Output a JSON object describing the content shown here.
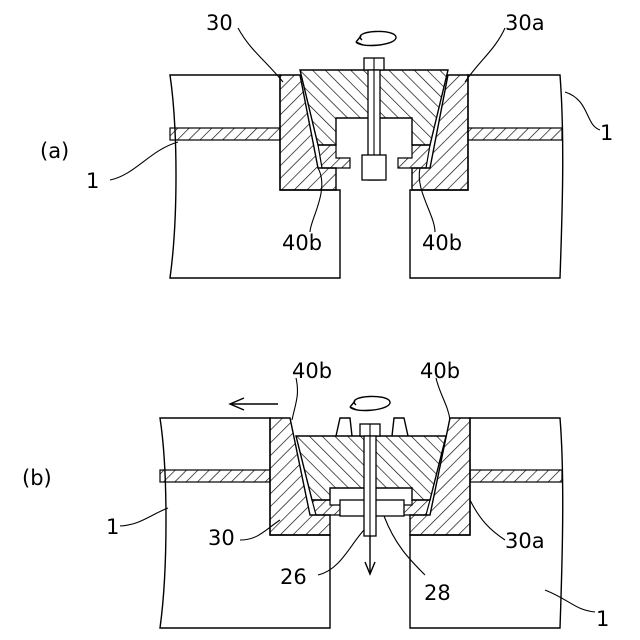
{
  "panel_a": {
    "tag": "(a)",
    "labels": {
      "part_30": "30",
      "part_30a": "30a",
      "base_left": "1",
      "base_right": "1",
      "part_40b_left": "40b",
      "part_40b_right": "40b"
    }
  },
  "panel_b": {
    "tag": "(b)",
    "labels": {
      "part_40b_left": "40b",
      "part_40b_right": "40b",
      "base_left": "1",
      "part_30": "30",
      "part_30a": "30a",
      "part_26": "26",
      "part_28": "28",
      "base_right": "1"
    }
  }
}
